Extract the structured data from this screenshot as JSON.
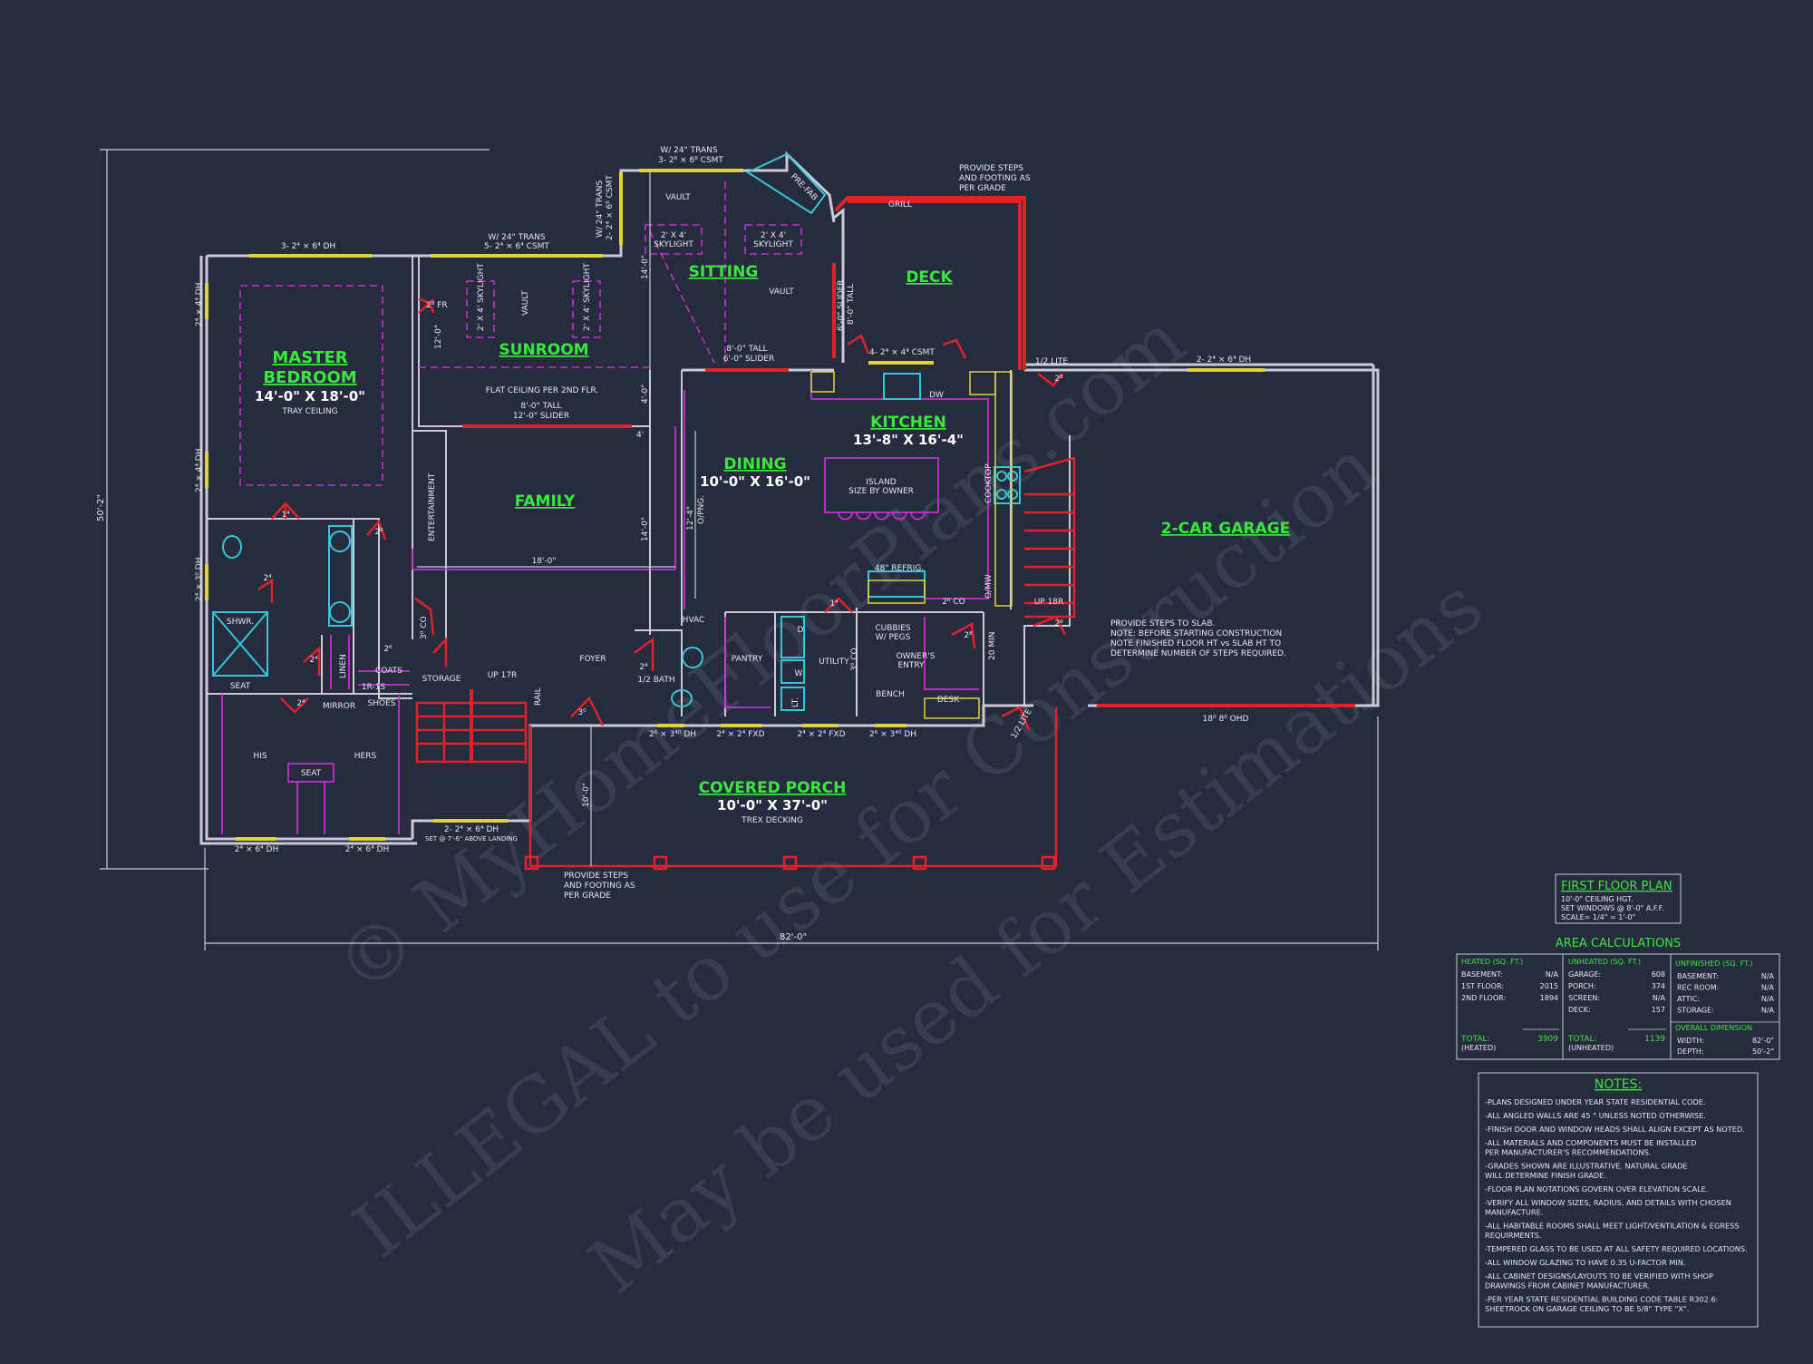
{
  "watermark": {
    "line1": "© MyHomeFloorPlans.com",
    "line2": "ILLEGAL to use for Construction",
    "line3": "May be used for Estimations"
  },
  "rooms": {
    "master_bedroom": {
      "name_line1": "MASTER",
      "name_line2": "BEDROOM",
      "size": "14'-0\" X 18'-0\"",
      "note": "TRAY CEILING"
    },
    "sunroom": {
      "name": "SUNROOM"
    },
    "sitting": {
      "name": "SITTING"
    },
    "deck": {
      "name": "DECK"
    },
    "kitchen": {
      "name": "KITCHEN",
      "size": "13'-8\" X 16'-4\""
    },
    "dining": {
      "name": "DINING",
      "size": "10'-0\" X 16'-0\""
    },
    "family": {
      "name": "FAMILY"
    },
    "garage": {
      "name": "2-CAR GARAGE"
    },
    "porch": {
      "name": "COVERED PORCH",
      "size": "10'-0\" X 37'-0\"",
      "note": "TREX DECKING"
    }
  },
  "labels": {
    "top_windows": "W/ 24\" TRANS",
    "top_windows_2": "3- 2⁶ × 6⁶ CSMT",
    "master_top_win": "3- 2⁴ × 6⁴ DH",
    "sun_top_win1": "W/ 24\" TRANS",
    "sun_top_win2": "5- 2⁴ × 6⁴ CSMT",
    "side_trans": "W/ 24\" TRANS",
    "side_trans2": "2- 2⁴ × 6⁶ CSMT",
    "vault1": "VAULT",
    "vault2": "VAULT",
    "vault3": "VAULT",
    "skylight": "2' X 4' SKYLIGHT",
    "skylight_a": "2' X 4'",
    "skylight_b": "SKYLIGHT",
    "prefab": "PRE-FAB",
    "grill": "GRILL",
    "deck_note1": "PROVIDE STEPS",
    "deck_note2": "AND FOOTING AS",
    "deck_note3": "PER GRADE",
    "slider_deck": "6'-0\" SLIDER",
    "slider_deck2": "8'-0\" TALL",
    "slider_sit1": "8'-0\" TALL",
    "slider_sit2": "6'-0\" SLIDER",
    "kitchen_win": "4- 2⁴ × 4⁴ CSMT",
    "half_lite": "1/2 LITE",
    "half_lite2": "1/2 LITE",
    "garage_win": "2- 2⁴ × 6⁴ DH",
    "dw": "DW",
    "island1": "ISLAND",
    "island2": "SIZE BY OWNER",
    "cooktop": "COOKTOP",
    "omw": "O/MW",
    "refrig": "48\" REFRIG.",
    "co": "2⁸ CO",
    "up18r": "UP 18R",
    "twenty_min": "20 MIN",
    "garage_note1": "PROVIDE STEPS TO SLAB.",
    "garage_note2": "NOTE: BEFORE STARTING CONSTRUCTION",
    "garage_note3": "NOTE FINISHED FLOOR HT vs SLAB HT TO",
    "garage_note4": "DETERMINE NUMBER OF STEPS REQUIRED.",
    "ohd": "18⁰ 8⁰ OHD",
    "two_fr": "2⁸ FR",
    "flat_ceiling": "FLAT CEILING PER 2ND FLR.",
    "slider_sun1": "8'-0\" TALL",
    "slider_sun2": "12'-0\" SLIDER",
    "entertainment": "ENTERTAINMENT",
    "dim_18": "18'-0\"",
    "dim_14a": "14'-0\"",
    "dim_14b": "14'-0\"",
    "dim_12": "12'-0\"",
    "dim_4a": "4'-0\"",
    "dim_4b": "4'",
    "dim_124": "12'-4\"",
    "opng": "O/PNG.",
    "dim_10": "10'-0\"",
    "dim_82": "82'-0\"",
    "dim_502": "50'-2\"",
    "hvac": "HVAC",
    "cubbies1": "CUBBIES",
    "cubbies2": "W/ PEGS",
    "owners1": "OWNER'S",
    "owners2": "ENTRY",
    "bench": "BENCH",
    "desk": "DESK",
    "utility": "UTILITY",
    "pantry": "PANTRY",
    "half_bath": "1/2 BATH",
    "foyer": "FOYER",
    "up17r": "UP 17R",
    "rail": "RAIL",
    "storage": "STORAGE",
    "coats": "COATS",
    "r1s": "1R-1S",
    "shoes": "SHOES",
    "mirror": "MIRROR",
    "linen": "LINEN",
    "shwr": "SHWR.",
    "seat1": "SEAT",
    "seat2": "SEAT",
    "his": "HIS",
    "hers": "HERS",
    "d": "D",
    "w": "W",
    "lt": "LT.",
    "pw_win1": "2⁶ × 3⁴⁰ DH",
    "pw_win2": "2⁴ × 2⁴ FXD",
    "pw_win3": "2⁴ × 2⁴ FXD",
    "pw_win4": "2⁶ × 3⁴⁰ DH",
    "closet_win1": "2⁴ × 6⁴ DH",
    "closet_win2": "2⁴ × 6⁴ DH",
    "stair_win1": "2- 2⁴ × 6⁴ DH",
    "stair_win2": "SET @ 7'-6\" ABOVE LANDING",
    "porch_note1": "PROVIDE STEPS",
    "porch_note2": "AND FOOTING AS",
    "porch_note3": "PER GRADE",
    "left_win1": "2⁴ × 4⁴ DH",
    "left_win2": "2⁴ × 4⁴ DH",
    "left_win3": "2⁴ × 3⁰ DH",
    "door_24": "2⁴",
    "door_28": "2⁸",
    "door_1": "1⁴",
    "door_30": "3⁰",
    "door_3co": "3⁰ CO",
    "door_2": "2⁶"
  },
  "plan_title": {
    "title": "FIRST FLOOR PLAN",
    "line1": "10'-0\" CEILING HGT.",
    "line2": "SET WINDOWS @ 8'-0\" A.F.F.",
    "line3": "SCALE= 1/4\" = 1'-0\""
  },
  "area": {
    "title": "AREA CALCULATIONS",
    "heated_title": "HEATED (SQ. FT.)",
    "heated": [
      {
        "label": "BASEMENT:",
        "value": "N/A"
      },
      {
        "label": "1ST FLOOR:",
        "value": "2015"
      },
      {
        "label": "2ND FLOOR:",
        "value": "1894"
      }
    ],
    "heated_total_label": "TOTAL:",
    "heated_total_sub": "(HEATED)",
    "heated_total": "3909",
    "unheated_title": "UNHEATED (SQ. FT.)",
    "unheated": [
      {
        "label": "GARAGE:",
        "value": "608"
      },
      {
        "label": "PORCH:",
        "value": "374"
      },
      {
        "label": "SCREEN:",
        "value": "N/A"
      },
      {
        "label": "DECK:",
        "value": "157"
      }
    ],
    "unheated_total_label": "TOTAL:",
    "unheated_total_sub": "(UNHEATED)",
    "unheated_total": "1139",
    "unfinished_title": "UNFINISHED (SQ. FT.)",
    "unfinished": [
      {
        "label": "BASEMENT:",
        "value": "N/A"
      },
      {
        "label": "REC ROOM:",
        "value": "N/A"
      },
      {
        "label": "ATTIC:",
        "value": "N/A"
      },
      {
        "label": "STORAGE:",
        "value": "N/A"
      }
    ],
    "overall_title": "OVERALL DIMENSION",
    "width_label": "WIDTH:",
    "width": "82'-0\"",
    "depth_label": "DEPTH:",
    "depth": "50'-2\""
  },
  "notes": {
    "title": "NOTES:",
    "items": [
      [
        "-PLANS DESIGNED UNDER YEAR STATE RESIDENTIAL CODE."
      ],
      [
        "-ALL ANGLED WALLS ARE 45 ° UNLESS NOTED OTHERWISE."
      ],
      [
        "-FINISH DOOR AND WINDOW HEADS SHALL ALIGN EXCEPT AS NOTED."
      ],
      [
        "-ALL MATERIALS AND COMPONENTS MUST BE INSTALLED",
        " PER MANUFACTURER'S RECOMMENDATIONS."
      ],
      [
        "-GRADES SHOWN ARE ILLUSTRATIVE. NATURAL GRADE",
        " WILL DETERMINE FINISH GRADE."
      ],
      [
        "-FLOOR PLAN NOTATIONS GOVERN OVER ELEVATION SCALE."
      ],
      [
        "-VERIFY ALL WINDOW SIZES, RADIUS, AND DETAILS WITH CHOSEN",
        " MANUFACTURE."
      ],
      [
        "-ALL HABITABLE ROOMS SHALL MEET LIGHT/VENTILATION & EGRESS",
        " REQUIRMENTS."
      ],
      [
        "-TEMPERED GLASS TO BE USED AT ALL SAFETY REQUIRED LOCATIONS."
      ],
      [
        "-ALL WINDOW GLAZING TO HAVE 0.35 U-FACTOR MIN."
      ],
      [
        "-ALL CABINET DESIGNS/LAYOUTS TO BE VERIFIED WITH SHOP",
        " DRAWINGS FROM CABINET MANUFACTURER."
      ],
      [
        "-PER YEAR STATE RESIDENTIAL BUILDING CODE TABLE R302.6:",
        " SHEETROCK ON GARAGE CEILING TO BE 5/8\" TYPE \"X\"."
      ]
    ]
  },
  "colors": {
    "background": "#262b3e",
    "walls": "#c9ccd6",
    "room_labels": "#39e83c",
    "doors": "#e0222a",
    "casework": "#c62fcf",
    "windows": "#e2d23a",
    "fixtures": "#35c7d6"
  }
}
